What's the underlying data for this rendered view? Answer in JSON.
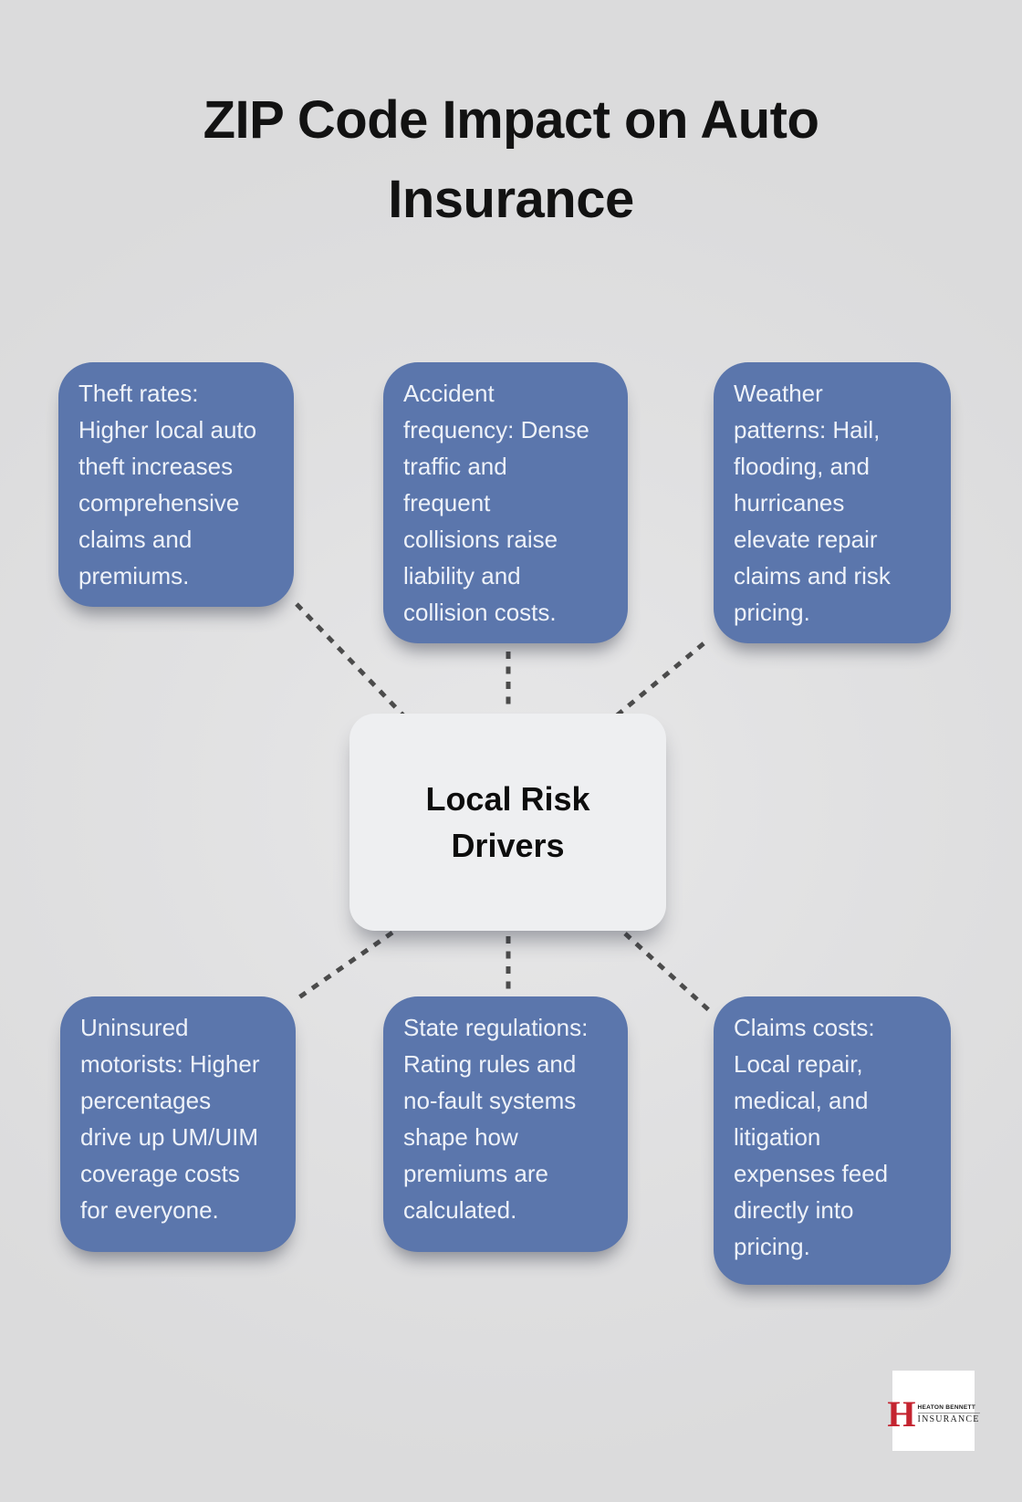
{
  "title": "ZIP Code Impact on Auto Insurance",
  "center_node": {
    "label": "Local Risk\nDrivers"
  },
  "nodes": [
    {
      "name": "theft-rates",
      "text": "Theft rates:\nHigher local auto\ntheft increases\ncomprehensive\nclaims and\npremiums."
    },
    {
      "name": "accident-frequency",
      "text": "Accident\nfrequency: Dense\ntraffic and\nfrequent\ncollisions raise\nliability and\ncollision costs."
    },
    {
      "name": "weather-patterns",
      "text": "Weather\npatterns: Hail,\nflooding, and\nhurricanes\nelevate repair\nclaims and risk\npricing."
    },
    {
      "name": "uninsured-motorists",
      "text": "Uninsured\nmotorists: Higher\npercentages\ndrive up UM/UIM\ncoverage costs\nfor everyone."
    },
    {
      "name": "state-regulations",
      "text": "State regulations:\nRating rules and\nno-fault systems\nshape how\npremiums are\ncalculated."
    },
    {
      "name": "claims-costs",
      "text": "Claims costs:\nLocal repair,\nmedical, and\nlitigation\nexpenses feed\ndirectly into\npricing."
    }
  ],
  "logo": {
    "monogram": "H",
    "company": "HEATON BENNETT",
    "descriptor": "INSURANCE"
  },
  "colors": {
    "background": "#e0e0e1",
    "node_fill": "#5b76ac",
    "node_text": "#eef2f9",
    "center_fill": "#eeeff1",
    "center_text": "#0d0d0d",
    "connector": "#4b4b4b",
    "title_text": "#121212",
    "logo_accent": "#c42430"
  }
}
